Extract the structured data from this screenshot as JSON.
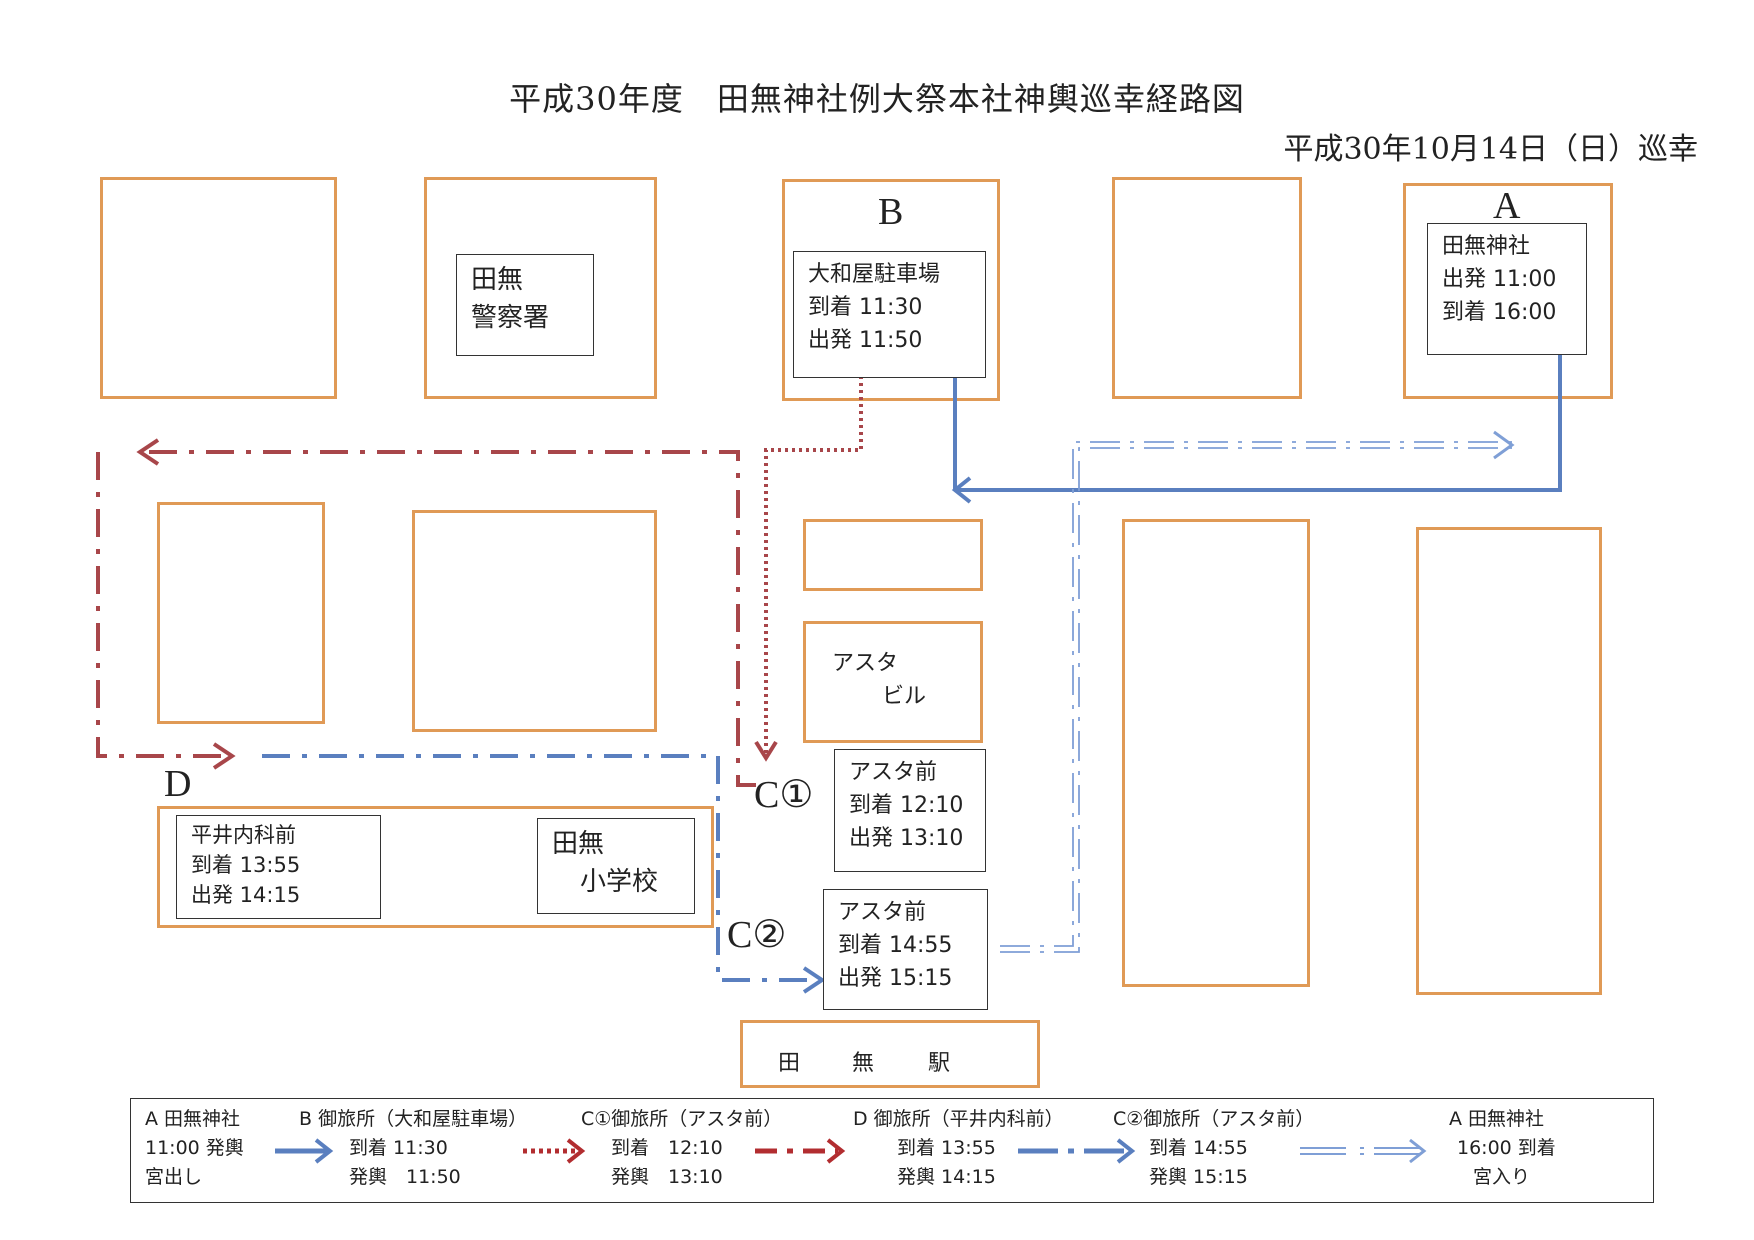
{
  "title": "平成30年度　田無神社例大祭本社神輿巡幸経路図",
  "date": "平成30年10月14日（日）巡幸",
  "points": {
    "A": {
      "letter": "A",
      "lines": [
        "田無神社",
        "出発 11:00",
        "到着 16:00"
      ]
    },
    "B": {
      "letter": "B",
      "lines": [
        "大和屋駐車場",
        "到着 11:30",
        "出発 11:50"
      ]
    },
    "C1": {
      "letter": "C①",
      "lines": [
        "アスタ前",
        "到着 12:10",
        "出発 13:10"
      ]
    },
    "C2": {
      "letter": "C②",
      "lines": [
        "アスタ前",
        "到着 14:55",
        "出発 15:15"
      ]
    },
    "D": {
      "letter": "D",
      "lines": [
        "平井内科前",
        "到着 13:55",
        "出発 14:15"
      ]
    }
  },
  "landmarks": {
    "police": [
      "田無",
      "警察署"
    ],
    "school": [
      "田無",
      "小学校"
    ],
    "asta": [
      "アスタ",
      "ビル"
    ],
    "station": [
      "田",
      "無",
      "駅"
    ]
  },
  "legend": [
    [
      "A 田無神社",
      "11:00 発輿",
      "宮出し"
    ],
    [
      "B 御旅所（大和屋駐車場）",
      "到着 11:30",
      "発輿　11:50"
    ],
    [
      "C①御旅所（アスタ前）",
      "到着　12:10",
      "発輿　13:10"
    ],
    [
      "D 御旅所（平井内科前）",
      "到着 13:55",
      "発輿 14:15"
    ],
    [
      "C②御旅所（アスタ前）",
      "到着 14:55",
      "発輿 15:15"
    ],
    [
      "A 田無神社",
      "16:00 到着",
      "宮入り"
    ]
  ],
  "colors": {
    "block": "#e09a56",
    "route_blue": "#5a7fbf",
    "route_red": "#a8464a",
    "route_light_blue": "#7f9fd6"
  },
  "routes": [
    {
      "from": "A",
      "to": "B",
      "style": "solid",
      "color": "route_blue"
    },
    {
      "from": "B",
      "to": "C①",
      "style": "dotted",
      "color": "route_red"
    },
    {
      "from": "C①",
      "to": "D",
      "style": "dash-dot",
      "color": "route_red"
    },
    {
      "from": "D",
      "to": "C②",
      "style": "dash-dot",
      "color": "route_blue"
    },
    {
      "from": "C②",
      "to": "A",
      "style": "double-dash-dot",
      "color": "route_light_blue"
    }
  ]
}
